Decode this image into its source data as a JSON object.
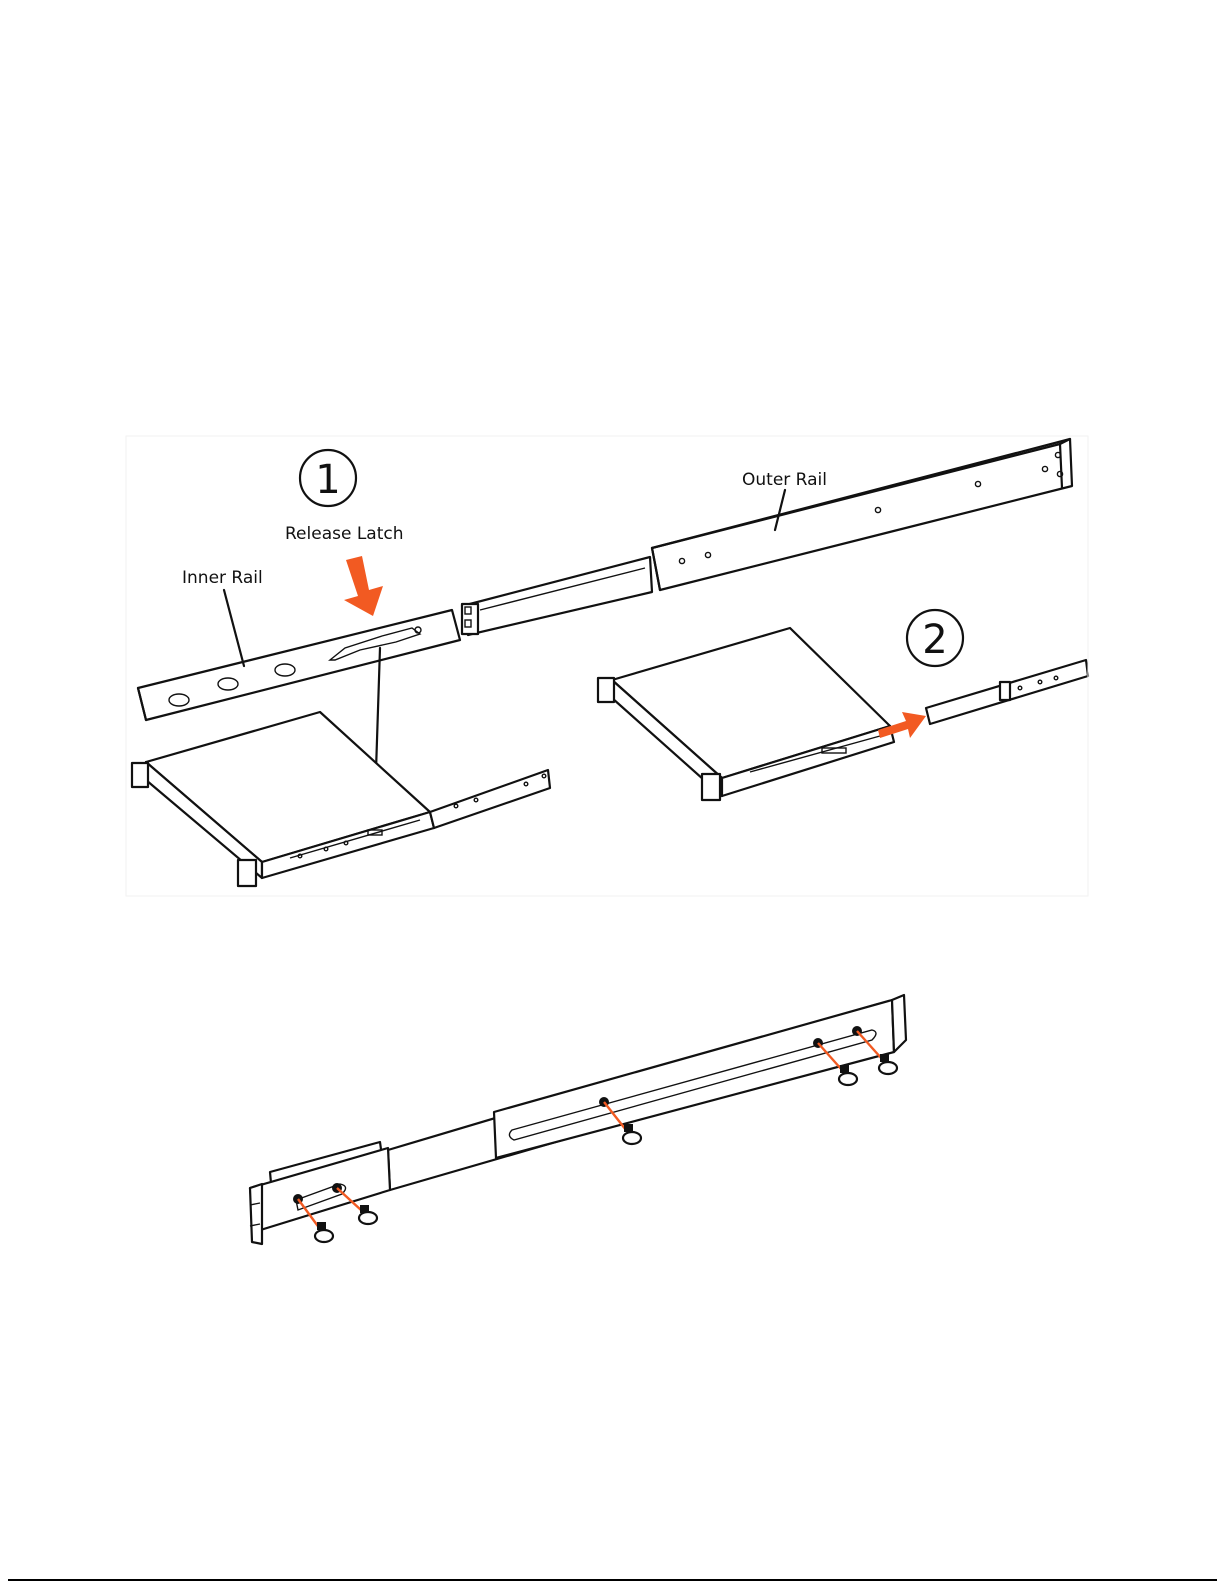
{
  "figure1": {
    "step1_number": "1",
    "step2_number": "2",
    "labels": {
      "outer_rail": "Outer Rail",
      "release_latch": "Release Latch",
      "inner_rail": "Inner Rail"
    }
  },
  "figure2": {
    "screw_count": 5
  },
  "colors": {
    "arrow": "#f25a22",
    "line": "#111111",
    "background": "#ffffff"
  }
}
